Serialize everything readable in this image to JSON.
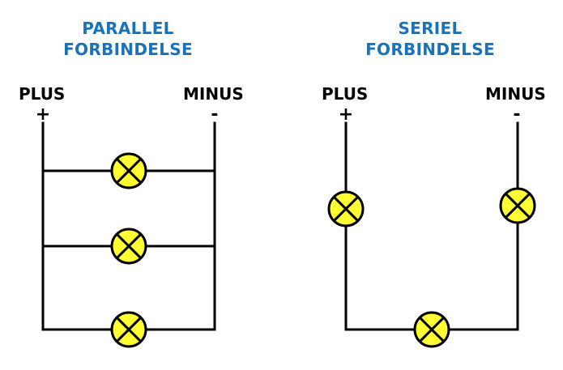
{
  "colors": {
    "title": "#1a72b8",
    "wire": "#000000",
    "bulb_fill": "#ffff33",
    "bulb_stroke": "#000000"
  },
  "parallel": {
    "title_line1": "PARALLEL",
    "title_line2": "FORBINDELSE",
    "plus_label": "PLUS",
    "plus_sign": "+",
    "minus_label": "MINUS",
    "minus_sign": "-",
    "bulb_count": 3
  },
  "serial": {
    "title_line1": "SERIEL",
    "title_line2": "FORBINDELSE",
    "plus_label": "PLUS",
    "plus_sign": "+",
    "minus_label": "MINUS",
    "minus_sign": "-",
    "bulb_count": 3
  },
  "icons": {
    "bulb": "lamp-symbol-icon"
  }
}
